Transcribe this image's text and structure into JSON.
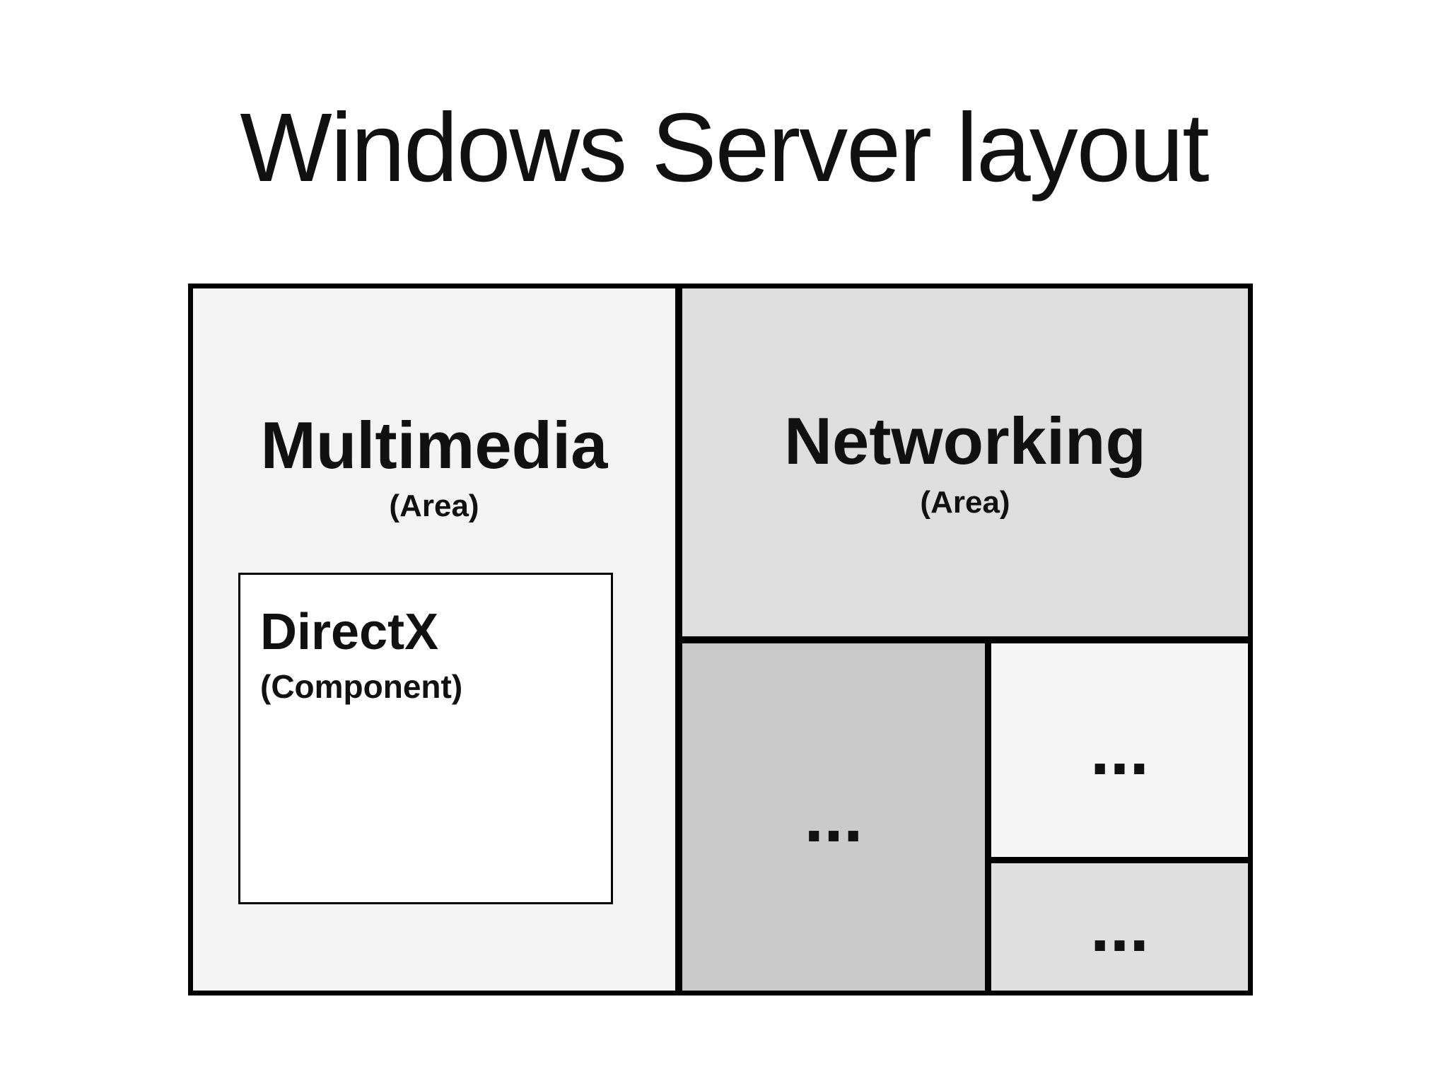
{
  "title": "Windows Server layout",
  "colors": {
    "page-bg": "#ffffff",
    "border": "#000000",
    "text": "#111111",
    "multimedia-fill": "#f3f3f3",
    "networking-fill": "#dedede",
    "bottom-left-fill": "#cacaca",
    "right-top-fill": "#f5f5f5",
    "right-bottom-fill": "#dfdfdf",
    "child-fill": "#ffffff"
  },
  "boxes": {
    "multimedia": {
      "label": "Multimedia",
      "sublabel": "(Area)"
    },
    "directx": {
      "label": "DirectX",
      "sublabel": "(Component)"
    },
    "networking": {
      "label": "Networking",
      "sublabel": "(Area)"
    },
    "bottom_left": {
      "label": "..."
    },
    "right_top": {
      "label": "..."
    },
    "right_bottom": {
      "label": "..."
    }
  }
}
